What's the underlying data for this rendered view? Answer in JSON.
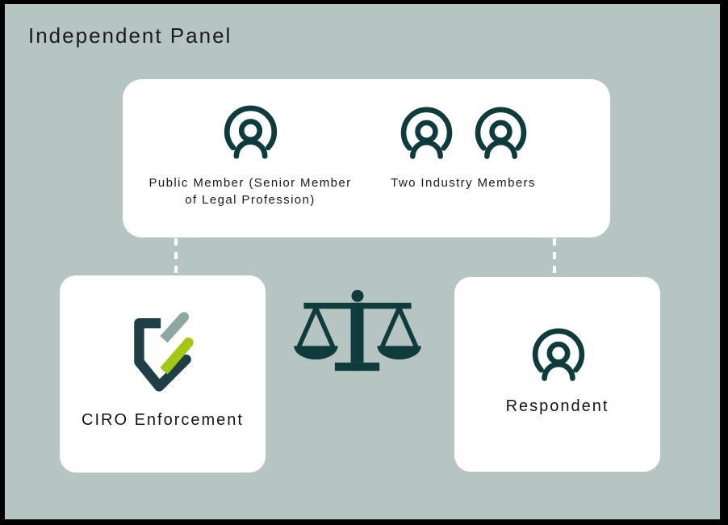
{
  "title": "Independent Panel",
  "colors": {
    "frame": "#000000",
    "background": "#b6c5c2",
    "card": "#ffffff",
    "icon_dark_teal": "#0e3b3b",
    "logo_dark": "#1f3f47",
    "logo_sage": "#8ea7a4",
    "logo_lime": "#a4c714",
    "text": "#1b1b1b",
    "connector": "#ffffff"
  },
  "panel_card": {
    "groups": [
      {
        "icon": "person-icon",
        "icon_count": 1,
        "label": "Public Member (Senior Member of Legal Profession)",
        "label_lines": [
          "Public Member (Senior Member",
          "of Legal Profession)"
        ]
      },
      {
        "icon": "person-icon",
        "icon_count": 2,
        "label": "Two Industry Members",
        "label_lines": [
          "Two Industry Members"
        ]
      }
    ]
  },
  "enforcement_card": {
    "icon": "ciro-logo-icon",
    "label": "CIRO Enforcement"
  },
  "respondent_card": {
    "icon": "person-icon",
    "label": "Respondent"
  },
  "center": {
    "icon": "scales-of-justice-icon"
  }
}
